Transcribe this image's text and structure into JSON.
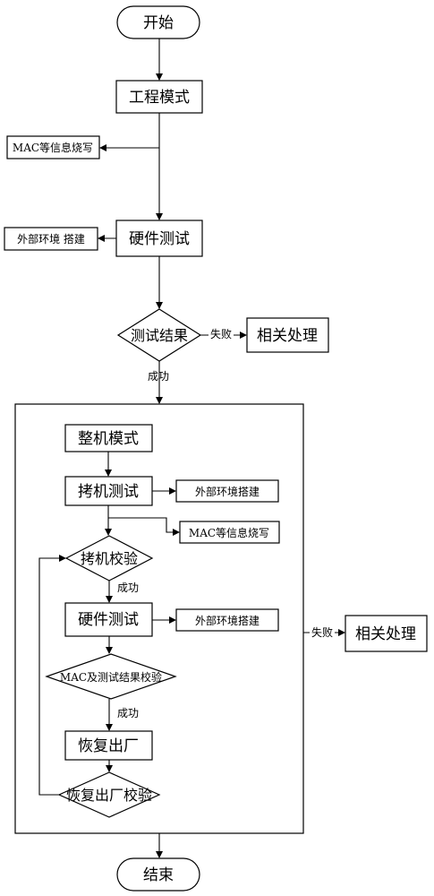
{
  "nodes": {
    "start": "开始",
    "engineering_mode": "工程模式",
    "mac_write_top": "MAC等信息烧写",
    "hw_test_top": "硬件测试",
    "env_setup_top": "外部环境 搭建",
    "test_result": "测试结果",
    "related_handling_1": "相关处理",
    "whole_mode": "整机模式",
    "burn_in_test": "拷机测试",
    "env_setup_1": "外部环境搭建",
    "mac_write_2": "MAC等信息烧写",
    "burn_in_check": "拷机校验",
    "hw_test_inner": "硬件测试",
    "env_setup_2": "外部环境搭建",
    "mac_result_check": "MAC及测试结果校验",
    "factory_reset": "恢复出厂",
    "factory_reset_check": "恢复出厂校验",
    "related_handling_2": "相关处理",
    "end": "结束"
  },
  "edges": {
    "fail_1": "失败",
    "success_1": "成功",
    "success_2": "成功",
    "success_3": "成功",
    "fail_2": "失败"
  }
}
